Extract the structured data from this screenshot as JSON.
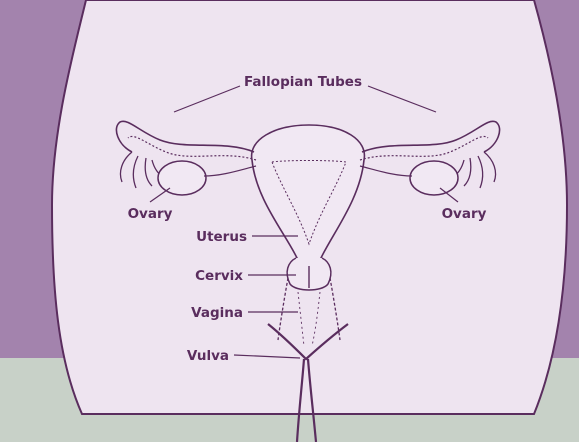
{
  "labels": {
    "fallopian_tubes": "Fallopian Tubes",
    "ovary_left": "Ovary",
    "ovary_right": "Ovary",
    "uterus": "Uterus",
    "cervix": "Cervix",
    "vagina": "Vagina",
    "vulva": "Vulva"
  },
  "colors": {
    "background_top": "#a383ad",
    "background_bottom": "#c8d1c8",
    "body_fill": "#eee4f0",
    "outline": "#5a2d5e",
    "label_text": "#5a2d5e"
  }
}
